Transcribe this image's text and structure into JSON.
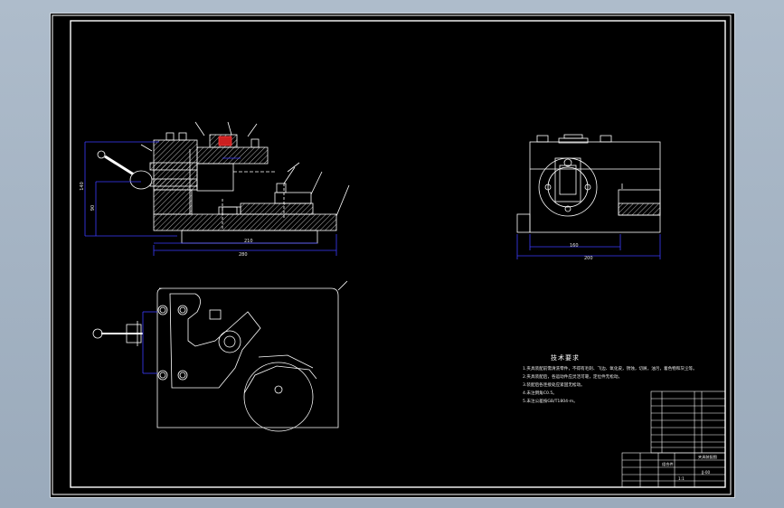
{
  "technical_requirements": {
    "title": "技术要求",
    "lines": [
      "1.夹具装配前需清洗零件，不得有毛刺、飞边、氧化皮，锈蚀，切屑，油污，着色物和灰尘等。",
      "2.夹具装配后，各运动件应灵活可靠，定位件无松动。",
      "3.装配后各连接处应紧固无松动。",
      "4.未注倒角C0.5。",
      "5.未注公差按GB/T1804-m。"
    ]
  },
  "title_block": {
    "part_name": "夹具装配图",
    "drawing_no": "JJ-00",
    "material": "组合件",
    "scale": "1:1"
  },
  "dimensions": {
    "front_overall": "280",
    "front_base": "210",
    "front_height": "140",
    "front_sub_height": "90",
    "side_overall": "200",
    "side_base": "160"
  }
}
